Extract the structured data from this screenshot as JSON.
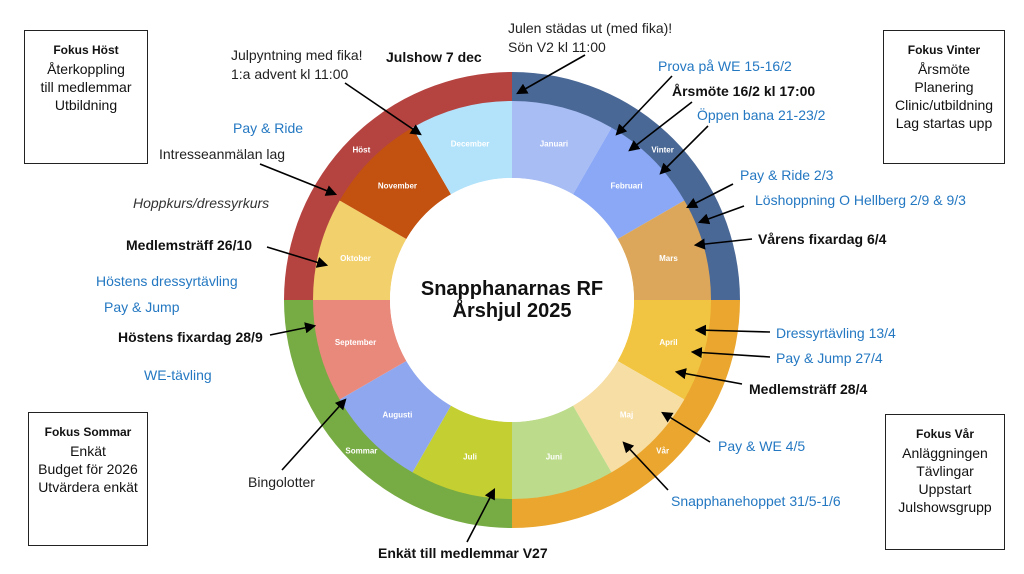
{
  "title": {
    "line1": "Snapphanarnas RF",
    "line2": "Årshjul 2025"
  },
  "months": [
    {
      "name": "Januari",
      "color": "#a9bdf5"
    },
    {
      "name": "Februari",
      "color": "#8aa8f5"
    },
    {
      "name": "Mars",
      "color": "#dca75a"
    },
    {
      "name": "April",
      "color": "#f1c541"
    },
    {
      "name": "Maj",
      "color": "#f7dea4"
    },
    {
      "name": "Juni",
      "color": "#bcdb8b"
    },
    {
      "name": "Juli",
      "color": "#c4cf32"
    },
    {
      "name": "Augusti",
      "color": "#8fa7ee"
    },
    {
      "name": "September",
      "color": "#e8897c"
    },
    {
      "name": "Oktober",
      "color": "#f2d06b"
    },
    {
      "name": "November",
      "color": "#c3510f"
    },
    {
      "name": "December",
      "color": "#b3e3fb"
    }
  ],
  "seasons": [
    {
      "name": "Vinter",
      "color": "#4a6896"
    },
    {
      "name": "Vår",
      "color": "#eaa62e"
    },
    {
      "name": "Sommar",
      "color": "#77ab43"
    },
    {
      "name": "Höst",
      "color": "#b54441"
    }
  ],
  "focus": {
    "host": {
      "title": "Fokus Höst",
      "lines": [
        "Återkoppling",
        "till medlemmar",
        "Utbildning"
      ]
    },
    "vinter": {
      "title": "Fokus Vinter",
      "lines": [
        "Årsmöte",
        "Planering",
        "Clinic/utbildning",
        "Lag startas upp"
      ]
    },
    "sommar": {
      "title": "Fokus Sommar",
      "lines": [
        "Enkät",
        "Budget för 2026",
        "Utvärdera enkät"
      ]
    },
    "var": {
      "title": "Fokus Vår",
      "lines": [
        "Anläggningen",
        "Tävlingar",
        "Uppstart",
        "Julshowsgrupp"
      ]
    }
  },
  "events": {
    "julen_stadas_1": "Julen städas ut (med fika)!",
    "julen_stadas_2": "Sön V2 kl 11:00",
    "julpyntning_1": "Julpyntning med fika!",
    "julpyntning_2": "1:a advent kl 11:00",
    "julshow": "Julshow 7 dec",
    "prova_pa": "Prova på WE 15-16/2",
    "arsmote": "Årsmöte 16/2 kl 17:00",
    "oppen_bana": "Öppen bana 21-23/2",
    "pay_ride_host": "Pay & Ride",
    "intresse_lag": "Intresseanmälan lag",
    "pay_ride_23": "Pay & Ride 2/3",
    "loshoppning": "Löshoppning O Hellberg 2/9 & 9/3",
    "hoppkurs": "Hoppkurs/dressyrkurs",
    "medlemstraff_host": "Medlemsträff 26/10",
    "varens_fixardag": "Vårens fixardag 6/4",
    "hostens_dressyr": "Höstens dressyrtävling",
    "pay_jump_host": "Pay & Jump",
    "dressyr_134": "Dressyrtävling 13/4",
    "hostens_fixardag": "Höstens fixardag 28/9",
    "pay_jump_274": "Pay & Jump 27/4",
    "we_tavling": "WE-tävling",
    "medlemstraff_var": "Medlemsträff 28/4",
    "pay_we": "Pay & WE 4/5",
    "bingolotter": "Bingolotter",
    "snapphanehoppet": "Snapphanehoppet 31/5-1/6",
    "enkat": "Enkät till medlemmar V27"
  }
}
